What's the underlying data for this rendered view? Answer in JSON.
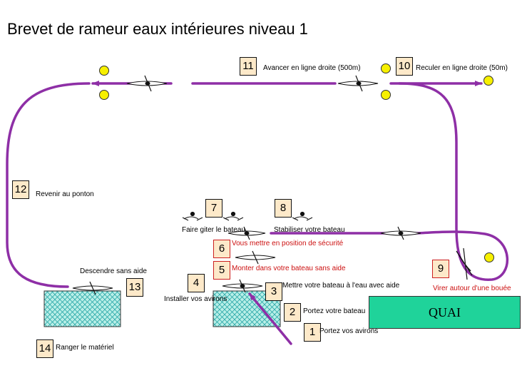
{
  "title": "Brevet de rameur eaux intérieures niveau 1",
  "steps": [
    {
      "num": "1",
      "label": "Portez vos avirons"
    },
    {
      "num": "2",
      "label": "Portez votre bateau"
    },
    {
      "num": "3",
      "label": "Mettre votre bateau à l'eau  avec aide"
    },
    {
      "num": "4",
      "label": "Installer vos avirons"
    },
    {
      "num": "5",
      "label": "Monter dans votre bateau sans aide"
    },
    {
      "num": "6",
      "label": "Vous mettre en position de sécurité"
    },
    {
      "num": "7",
      "label": "Faire giter le bateau"
    },
    {
      "num": "8",
      "label": "Stabiliser votre bateau"
    },
    {
      "num": "9",
      "label": "Virer autour d'une bouée"
    },
    {
      "num": "10",
      "label": "Reculer en ligne droite (50m)"
    },
    {
      "num": "11",
      "label": "Avancer en ligne droite (500m)"
    },
    {
      "num": "12",
      "label": "Revenir au ponton"
    },
    {
      "num": "13",
      "label": "Descendre sans aide"
    },
    {
      "num": "14",
      "label": "Ranger le matériel"
    }
  ],
  "quai_label": "QUAI",
  "colors": {
    "path": "#8e2fa6",
    "buoy": "#f7f000",
    "pontoon_fill": "#b9efe8",
    "pontoon_hatch": "#2aa8a8",
    "quai": "#1fd39a",
    "step_box": "#fde9c9",
    "warning_text": "#cc1010"
  }
}
